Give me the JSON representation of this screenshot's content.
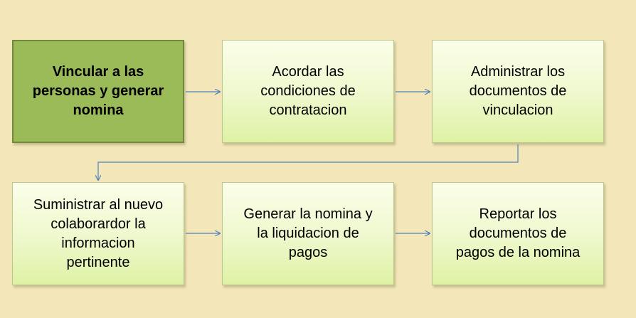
{
  "diagram": {
    "steps": [
      {
        "label": "Vincular  a las\npersonas y generar\nnomina",
        "highlight": true
      },
      {
        "label": "Acordar las\ncondiciones de\ncontratacion",
        "highlight": false
      },
      {
        "label": "Administrar los\ndocumentos de\nvinculacion",
        "highlight": false
      },
      {
        "label": "Suministrar al nuevo\ncolaborardor la\ninformacion\npertinente",
        "highlight": false
      },
      {
        "label": "Generar la nomina y\nla liquidacion de\npagos",
        "highlight": false
      },
      {
        "label": "Reportar los\ndocumentos de\npagos de la nomina",
        "highlight": false
      }
    ],
    "colors": {
      "background": "#f3e6b9",
      "highlight_fill": "#9bbb59",
      "box_fill_top": "#fbfee9",
      "box_fill_bottom": "#dff2a4",
      "connector": "#4f81bd"
    }
  }
}
